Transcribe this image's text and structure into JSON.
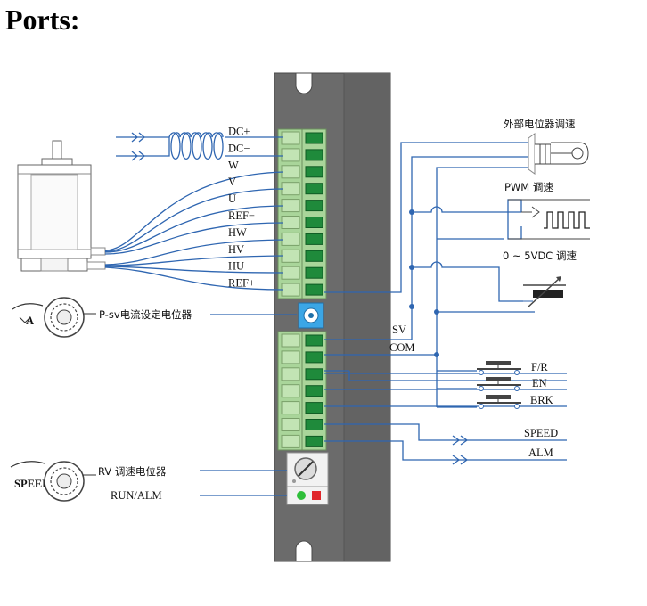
{
  "title": "Ports:",
  "left_terminals": [
    "DC+",
    "DC−",
    "W",
    "V",
    "U",
    "REF−",
    "HW",
    "HV",
    "HU",
    "REF+"
  ],
  "current_pot_label": "P-sv电流设定电位器",
  "rv_pot_label": "RV 调速电位器",
  "run_alm_label": "RUN/ALM",
  "knob_a_letter": "A",
  "knob_speed_text": "SPEED",
  "right_labels": {
    "external_pot": "外部电位器调速",
    "pwm": "PWM 调速",
    "vdc": "0 ~ 5VDC 调速",
    "sv": "SV",
    "com": "COM",
    "fr": "F/R",
    "en": "EN",
    "brk": "BRK",
    "speed": "SPEED",
    "alm": "ALM"
  },
  "colors": {
    "wire": "#2f66b1",
    "terminal_green": "#1f8a3b",
    "terminal_block": "#a9d59a",
    "driver_body": "#6b6b6b",
    "led_run": "#2fbf3a",
    "led_alm": "#e0262b"
  }
}
